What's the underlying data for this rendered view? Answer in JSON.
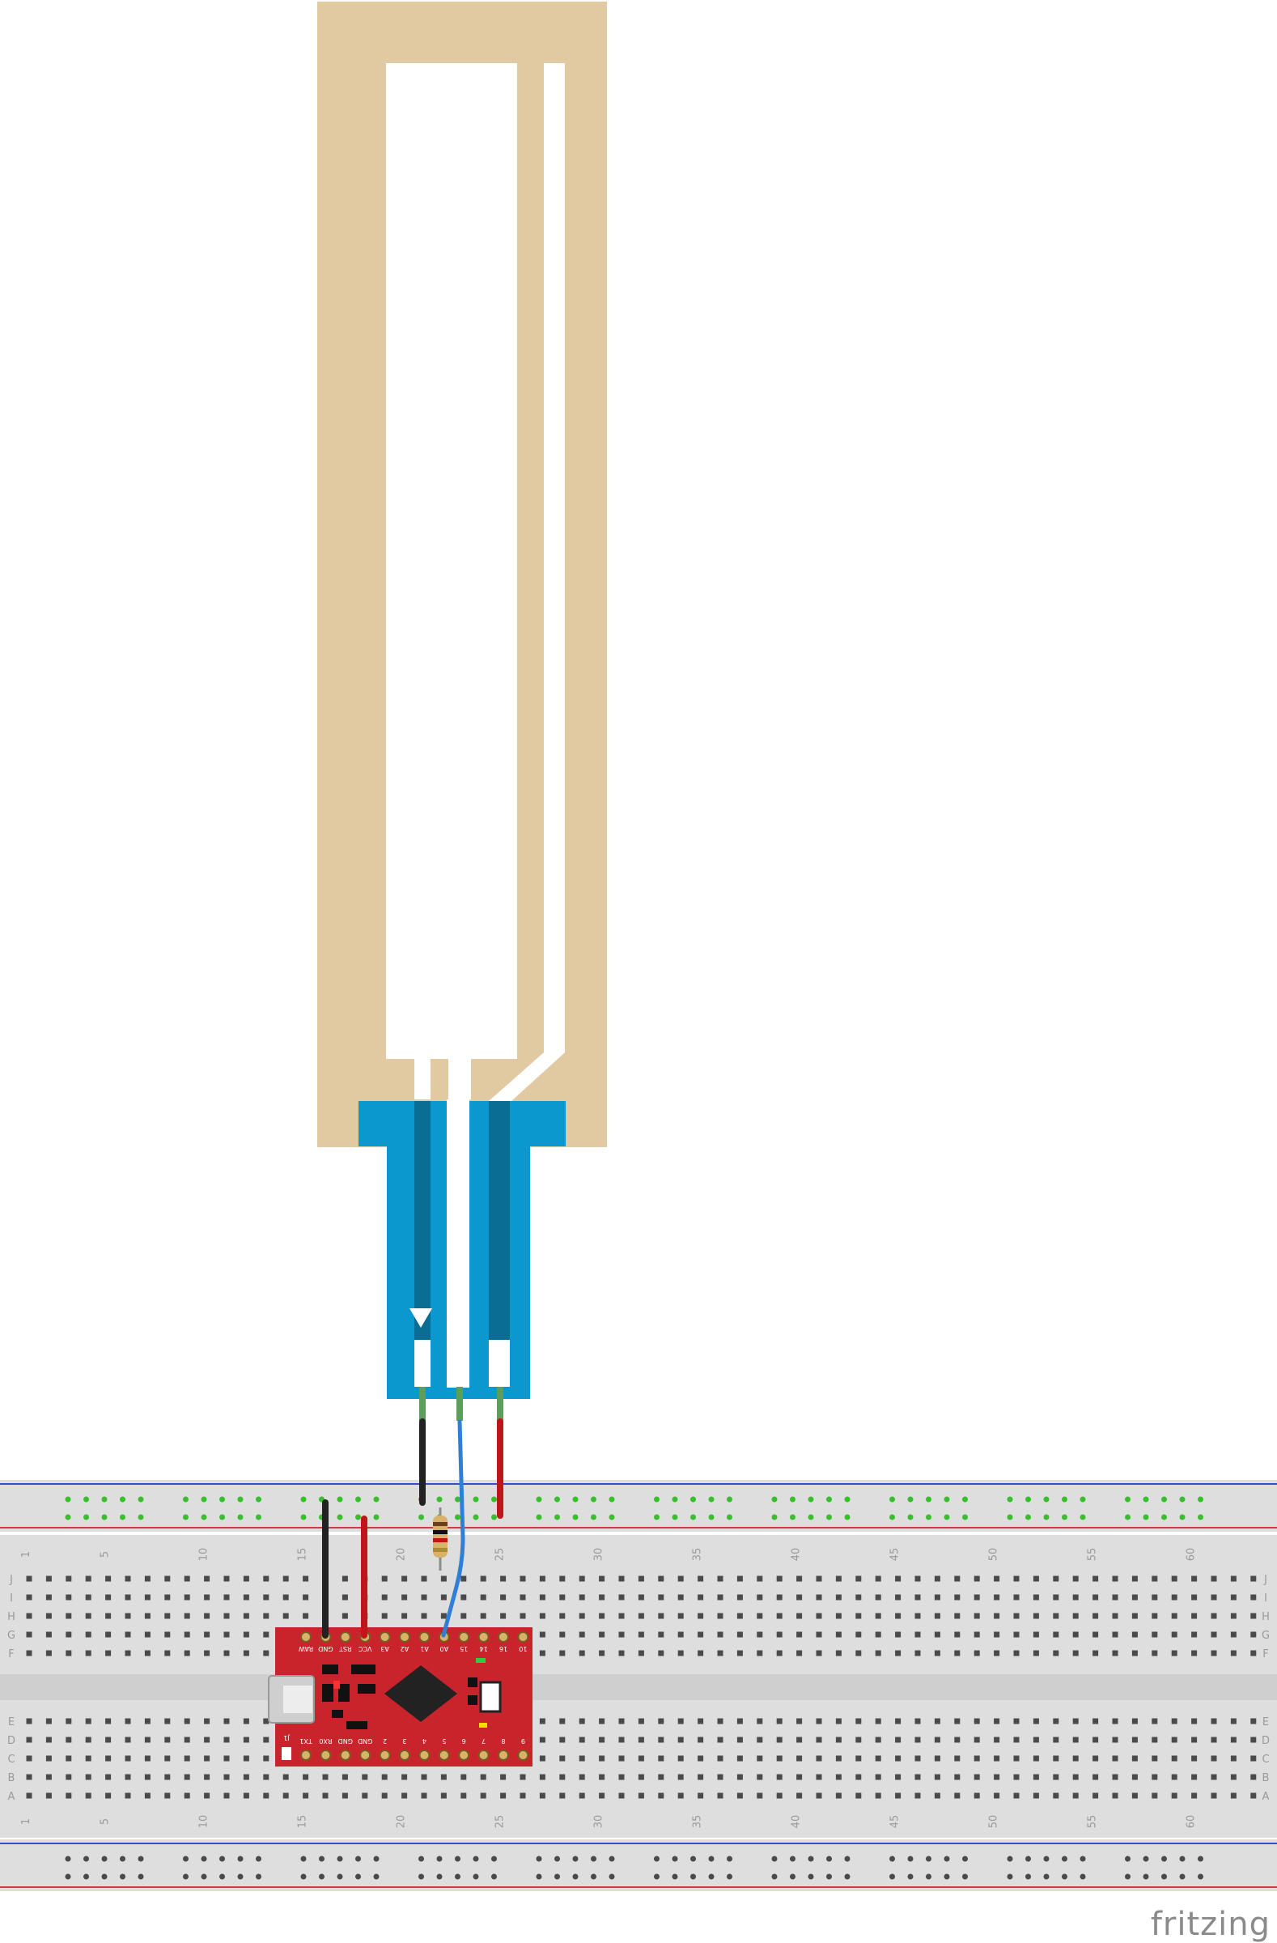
{
  "diagram": {
    "sensor": {
      "name": "flex-sensor",
      "pins": 3
    },
    "breadboard": {
      "row_letters_top": [
        "J",
        "I",
        "H",
        "G",
        "F"
      ],
      "row_letters_bottom": [
        "E",
        "D",
        "C",
        "B",
        "A"
      ],
      "column_numbers": [
        "1",
        "5",
        "10",
        "15",
        "20",
        "25",
        "30",
        "35",
        "40",
        "45",
        "50",
        "55",
        "60"
      ]
    },
    "board": {
      "name": "pro-micro",
      "top_pin_labels": [
        "RAW",
        "GND",
        "RST",
        "VCC",
        "A3",
        "A2",
        "A1",
        "A0",
        "15",
        "14",
        "16",
        "10"
      ],
      "bottom_pin_labels": [
        "TX1",
        "RX0",
        "GND",
        "GND",
        "2",
        "3",
        "4",
        "5",
        "6",
        "7",
        "8",
        "9"
      ],
      "jumper_label": "J1"
    },
    "wires": [
      {
        "name": "gnd-wire",
        "color": "#222222"
      },
      {
        "name": "vcc-wire",
        "color": "#c1151a"
      },
      {
        "name": "signal-wire",
        "color": "#2f7fd6"
      }
    ],
    "colors": {
      "sensor_body": "#e1c9a2",
      "connector": "#0b98cf",
      "board": "#c9242b",
      "breadboard": "#dedede",
      "rail_red": "#d23a3a",
      "rail_blue": "#3a4bc8",
      "hole_active": "#35c02c"
    }
  },
  "watermark": "fritzing"
}
